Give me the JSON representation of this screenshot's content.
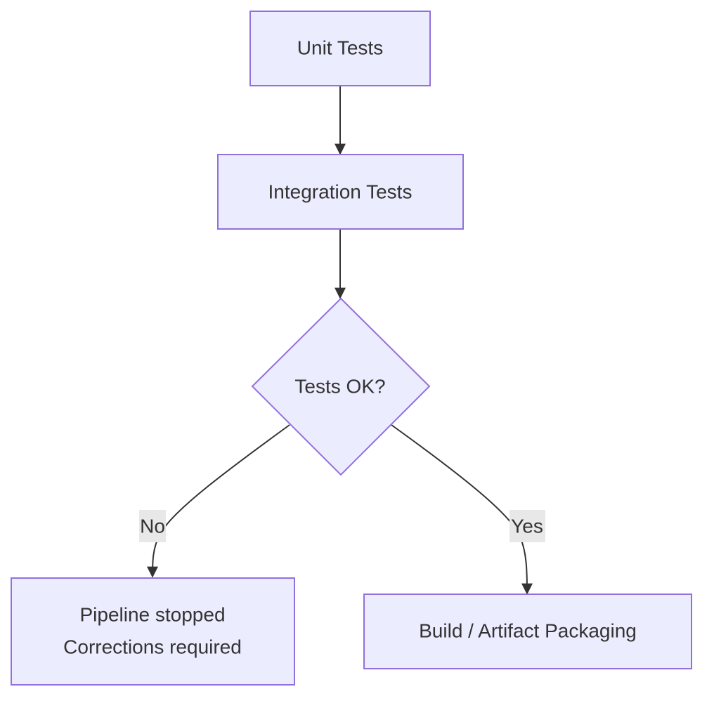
{
  "diagram": {
    "nodes": {
      "unit_tests": {
        "label": "Unit Tests"
      },
      "integration_tests": {
        "label": "Integration Tests"
      },
      "decision": {
        "label": "Tests OK?"
      },
      "stopped": {
        "line1": "Pipeline stopped",
        "line2": "Corrections required"
      },
      "build": {
        "label": "Build / Artifact Packaging"
      }
    },
    "edges": {
      "no": {
        "label": "No"
      },
      "yes": {
        "label": "Yes"
      }
    },
    "colors": {
      "node_fill": "#ececff",
      "node_stroke": "#9370db",
      "edge_stroke": "#333333",
      "edge_label_bg": "#e8e8e8",
      "text": "#333333"
    }
  }
}
